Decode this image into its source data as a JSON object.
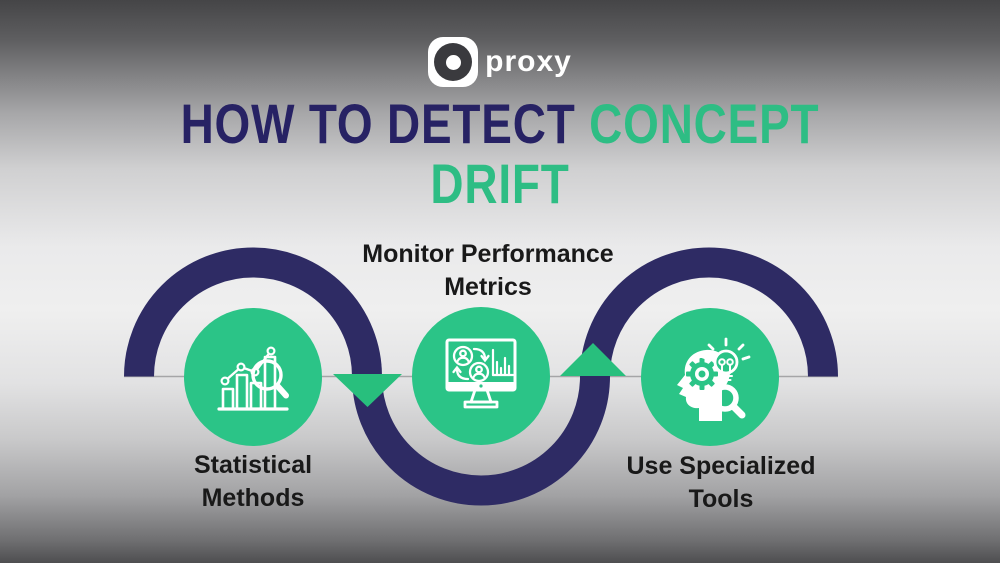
{
  "logo": {
    "brand_text": "proxy",
    "icon": "9proxy-logo-icon"
  },
  "title": {
    "part1": "HOW TO DETECT",
    "part2": "CONCEPT",
    "part3": "DRIFT"
  },
  "steps": [
    {
      "label_line1": "Statistical",
      "label_line2": "Methods",
      "icon": "bar-chart-magnifier-icon",
      "label_position": "below"
    },
    {
      "label_line1": "Monitor Performance",
      "label_line2": "Metrics",
      "icon": "monitor-user-sync-metrics-icon",
      "label_position": "above"
    },
    {
      "label_line1": "Use Specialized",
      "label_line2": "Tools",
      "icon": "head-gear-bulb-magnifier-icon",
      "label_position": "below"
    }
  ],
  "connectors": {
    "wave_shape": "arch-dip-arch",
    "arrow1_direction": "down",
    "arrow2_direction": "up"
  },
  "colors": {
    "wave_navy": "#2e2b64",
    "circle_green": "#2bc487",
    "arrow_green": "#28bf7d",
    "title_navy": "#272264",
    "title_green": "#2ebd84",
    "label_text": "#191919",
    "flow_line_gray": "#a5a5a7",
    "logo_square_white": "#ffffff",
    "logo_ring_dark": "#3a3a3e"
  }
}
